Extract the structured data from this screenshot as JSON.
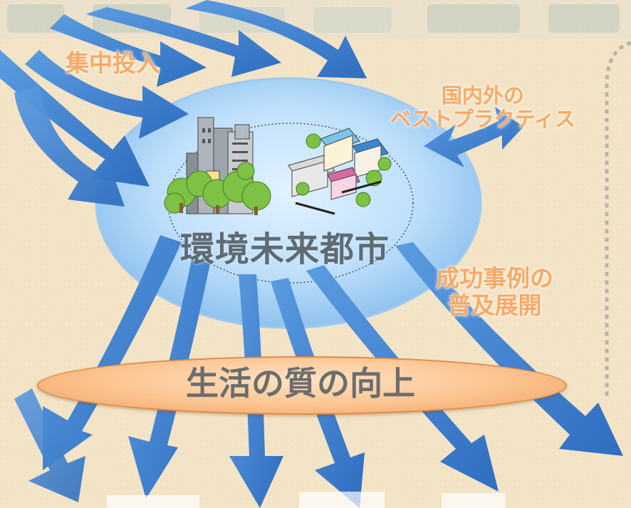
{
  "labels": {
    "concentrated_investment": "集中投入",
    "best_practices_line1": "国内外の",
    "best_practices_line2": "ベストプラクティス",
    "success_line1": "成功事例の",
    "success_line2": "普及展開"
  },
  "center": {
    "title": "環境未来都市"
  },
  "banner": {
    "text": "生活の質の向上"
  },
  "colors": {
    "background": "#f3e4c8",
    "arrow_blue": "#3f80cf",
    "ellipse_blue": "#a9d3f5",
    "label_orange": "#f7a968",
    "banner_orange": "#fbc38f",
    "text_gray": "#5f6b73"
  },
  "icons": [
    "city-buildings-icon",
    "residential-houses-icon"
  ]
}
